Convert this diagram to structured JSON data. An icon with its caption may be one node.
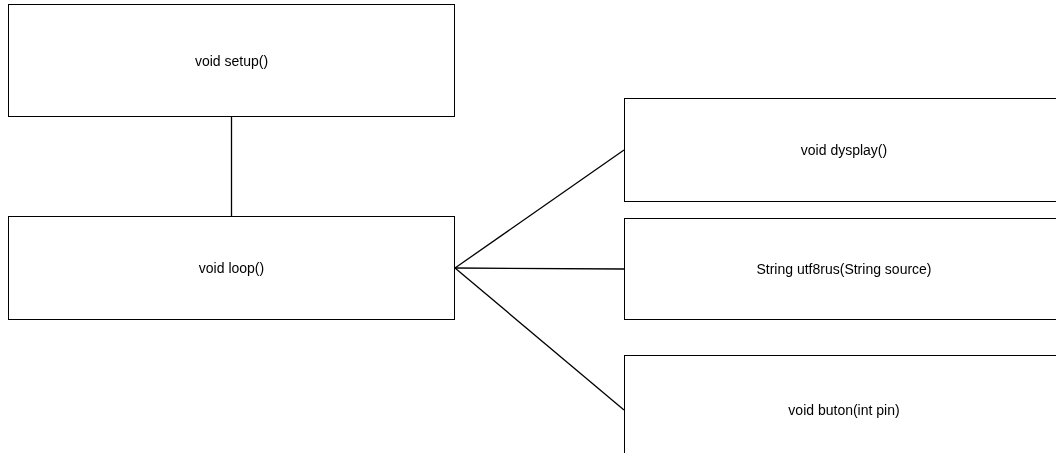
{
  "diagram": {
    "nodes": [
      {
        "text": [
          "void setup()"
        ]
      },
      {
        "text": [
          "void loop()"
        ]
      },
      {
        "text": [
          "void dysplay()"
        ]
      },
      {
        "text": [
          "String utf8rus(String source)"
        ]
      },
      {
        "text": [
          "void buton(int pin)"
        ]
      }
    ],
    "edges": [
      {
        "from": 0,
        "to": 1,
        "arrow": "none"
      },
      {
        "from": 1,
        "to": 2,
        "arrow": "none"
      },
      {
        "from": 1,
        "to": 3,
        "arrow": "none"
      },
      {
        "from": 1,
        "to": 4,
        "arrow": "none"
      }
    ]
  }
}
